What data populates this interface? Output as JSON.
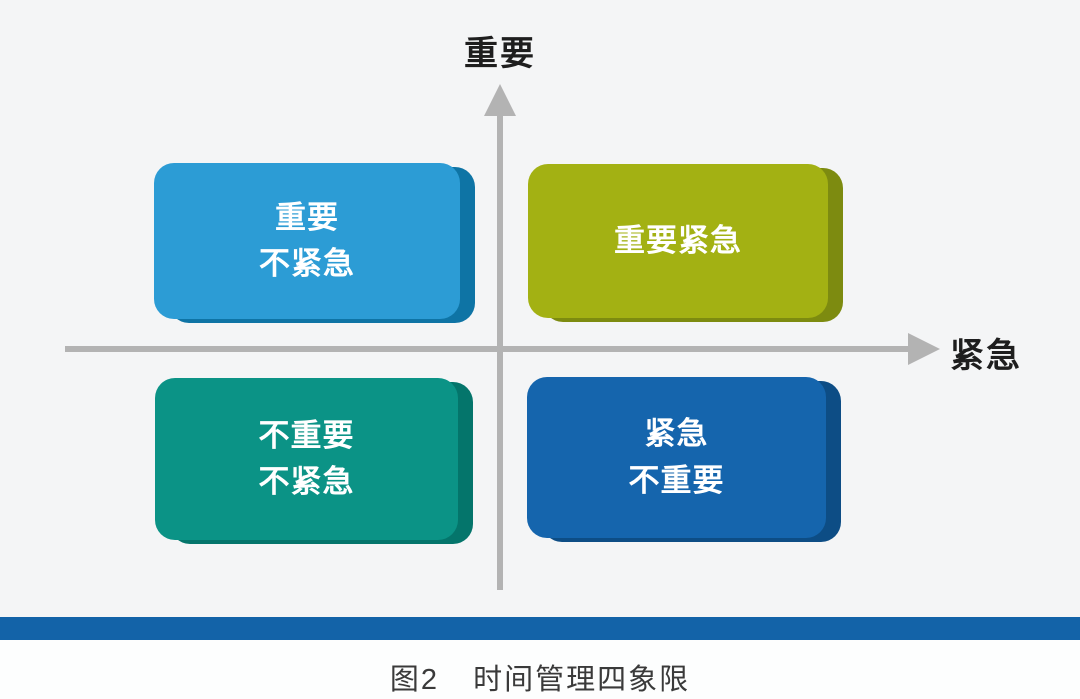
{
  "figure": {
    "caption_label": "图2",
    "caption_title": "时间管理四象限"
  },
  "axes": {
    "y_label": "重要",
    "x_label": "紧急",
    "color": "#B3B3B3"
  },
  "quadrants": [
    {
      "id": "important-not-urgent",
      "position": "top-left",
      "lines": [
        "重要",
        "不紧急"
      ],
      "color": "#2C9CD5",
      "edge_color": "#0E74A5"
    },
    {
      "id": "important-urgent",
      "position": "top-right",
      "lines": [
        "重要紧急"
      ],
      "color": "#A3B113",
      "edge_color": "#7D8B10"
    },
    {
      "id": "not-important-not-urgent",
      "position": "bottom-left",
      "lines": [
        "不重要",
        "不紧急"
      ],
      "color": "#0B9386",
      "edge_color": "#04756B"
    },
    {
      "id": "urgent-not-important",
      "position": "bottom-right",
      "lines": [
        "紧急",
        "不重要"
      ],
      "color": "#1565AD",
      "edge_color": "#0D4D85"
    }
  ],
  "footer": {
    "bar_color": "#1363A8"
  },
  "colors": {
    "background": "#F4F5F6",
    "box_text": "#FFFFFF"
  }
}
